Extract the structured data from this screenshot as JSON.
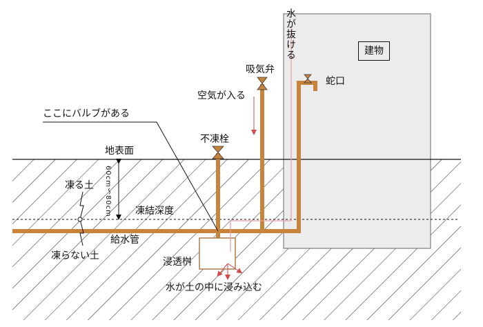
{
  "labels": {
    "building": "建物",
    "water_drains": "水が抜ける",
    "air_valve": "吸気弁",
    "faucet": "蛇口",
    "air_enters": "空気が入る",
    "valve_here": "ここにバルブがある",
    "antifreeze_valve": "不凍栓",
    "ground_surface": "地表面",
    "depth_range": "60cm～80cm",
    "frozen_soil": "凍る土",
    "frost_depth": "凍結深度",
    "supply_pipe": "給水管",
    "unfrozen_soil": "凍らない土",
    "infiltration_pit": "浸透桝",
    "water_seeps": "水が土の中に浸み込む"
  },
  "colors": {
    "pipe": "#c8843c",
    "building_fill": "#ececec",
    "arrow_red": "#d24a4a",
    "hatch": "#222222",
    "line": "#111111"
  }
}
